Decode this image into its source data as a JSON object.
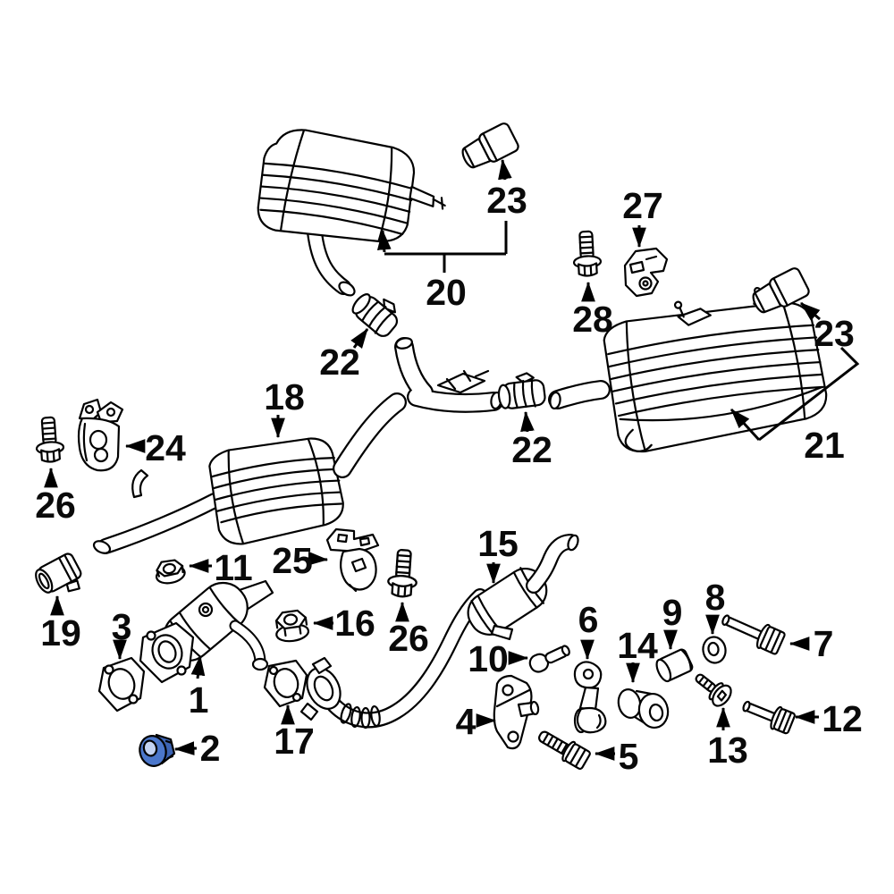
{
  "page": {
    "background_color": "#ffffff"
  },
  "diagram": {
    "kind": "exploded parts diagram",
    "subject": "vehicle exhaust system",
    "line_color": "#000000",
    "highlight": {
      "callout": "2",
      "fill": "#4b77cb",
      "shade_fill": "#3c64b4",
      "hole_fill": "#c3d3f2"
    },
    "callouts": {
      "c1": {
        "label": "1",
        "depicts": "front catalytic converter pipe"
      },
      "c2": {
        "label": "2",
        "depicts": "exhaust mount insulator (highlighted)"
      },
      "c3": {
        "label": "3",
        "depicts": "exhaust pipe gasket"
      },
      "c4": {
        "label": "4",
        "depicts": "support bracket"
      },
      "c5": {
        "label": "5",
        "depicts": "hex flange bolt"
      },
      "c6": {
        "label": "6",
        "depicts": "exhaust hanger link"
      },
      "c7": {
        "label": "7",
        "depicts": "hex bolt"
      },
      "c8": {
        "label": "8",
        "depicts": "washer"
      },
      "c9": {
        "label": "9",
        "depicts": "spacer sleeve"
      },
      "c10": {
        "label": "10",
        "depicts": "mounting stud"
      },
      "c11": {
        "label": "11",
        "depicts": "flange nut"
      },
      "c12": {
        "label": "12",
        "depicts": "hex bolt"
      },
      "c13": {
        "label": "13",
        "depicts": "socket head screw"
      },
      "c14": {
        "label": "14",
        "depicts": "rubber bushing"
      },
      "c15": {
        "label": "15",
        "depicts": "front pipe with catalytic converter"
      },
      "c16": {
        "label": "16",
        "depicts": "hex nut"
      },
      "c17": {
        "label": "17",
        "depicts": "exhaust pipe gasket"
      },
      "c18": {
        "label": "18",
        "depicts": "center muffler"
      },
      "c19": {
        "label": "19",
        "depicts": "pipe clamp sleeve"
      },
      "c20": {
        "label": "20",
        "depicts": "left rear muffler"
      },
      "c21": {
        "label": "21",
        "depicts": "right rear muffler"
      },
      "c22a": {
        "label": "22",
        "depicts": "exhaust clamp"
      },
      "c22b": {
        "label": "22",
        "depicts": "exhaust clamp"
      },
      "c23a": {
        "label": "23",
        "depicts": "exhaust tip"
      },
      "c23b": {
        "label": "23",
        "depicts": "exhaust tip"
      },
      "c24": {
        "label": "24",
        "depicts": "rubber hanger bracket"
      },
      "c25": {
        "label": "25",
        "depicts": "rubber hanger bracket"
      },
      "c26a": {
        "label": "26",
        "depicts": "flange bolt"
      },
      "c26b": {
        "label": "26",
        "depicts": "flange bolt"
      },
      "c27": {
        "label": "27",
        "depicts": "retaining bracket"
      },
      "c28": {
        "label": "28",
        "depicts": "flange bolt"
      }
    }
  }
}
